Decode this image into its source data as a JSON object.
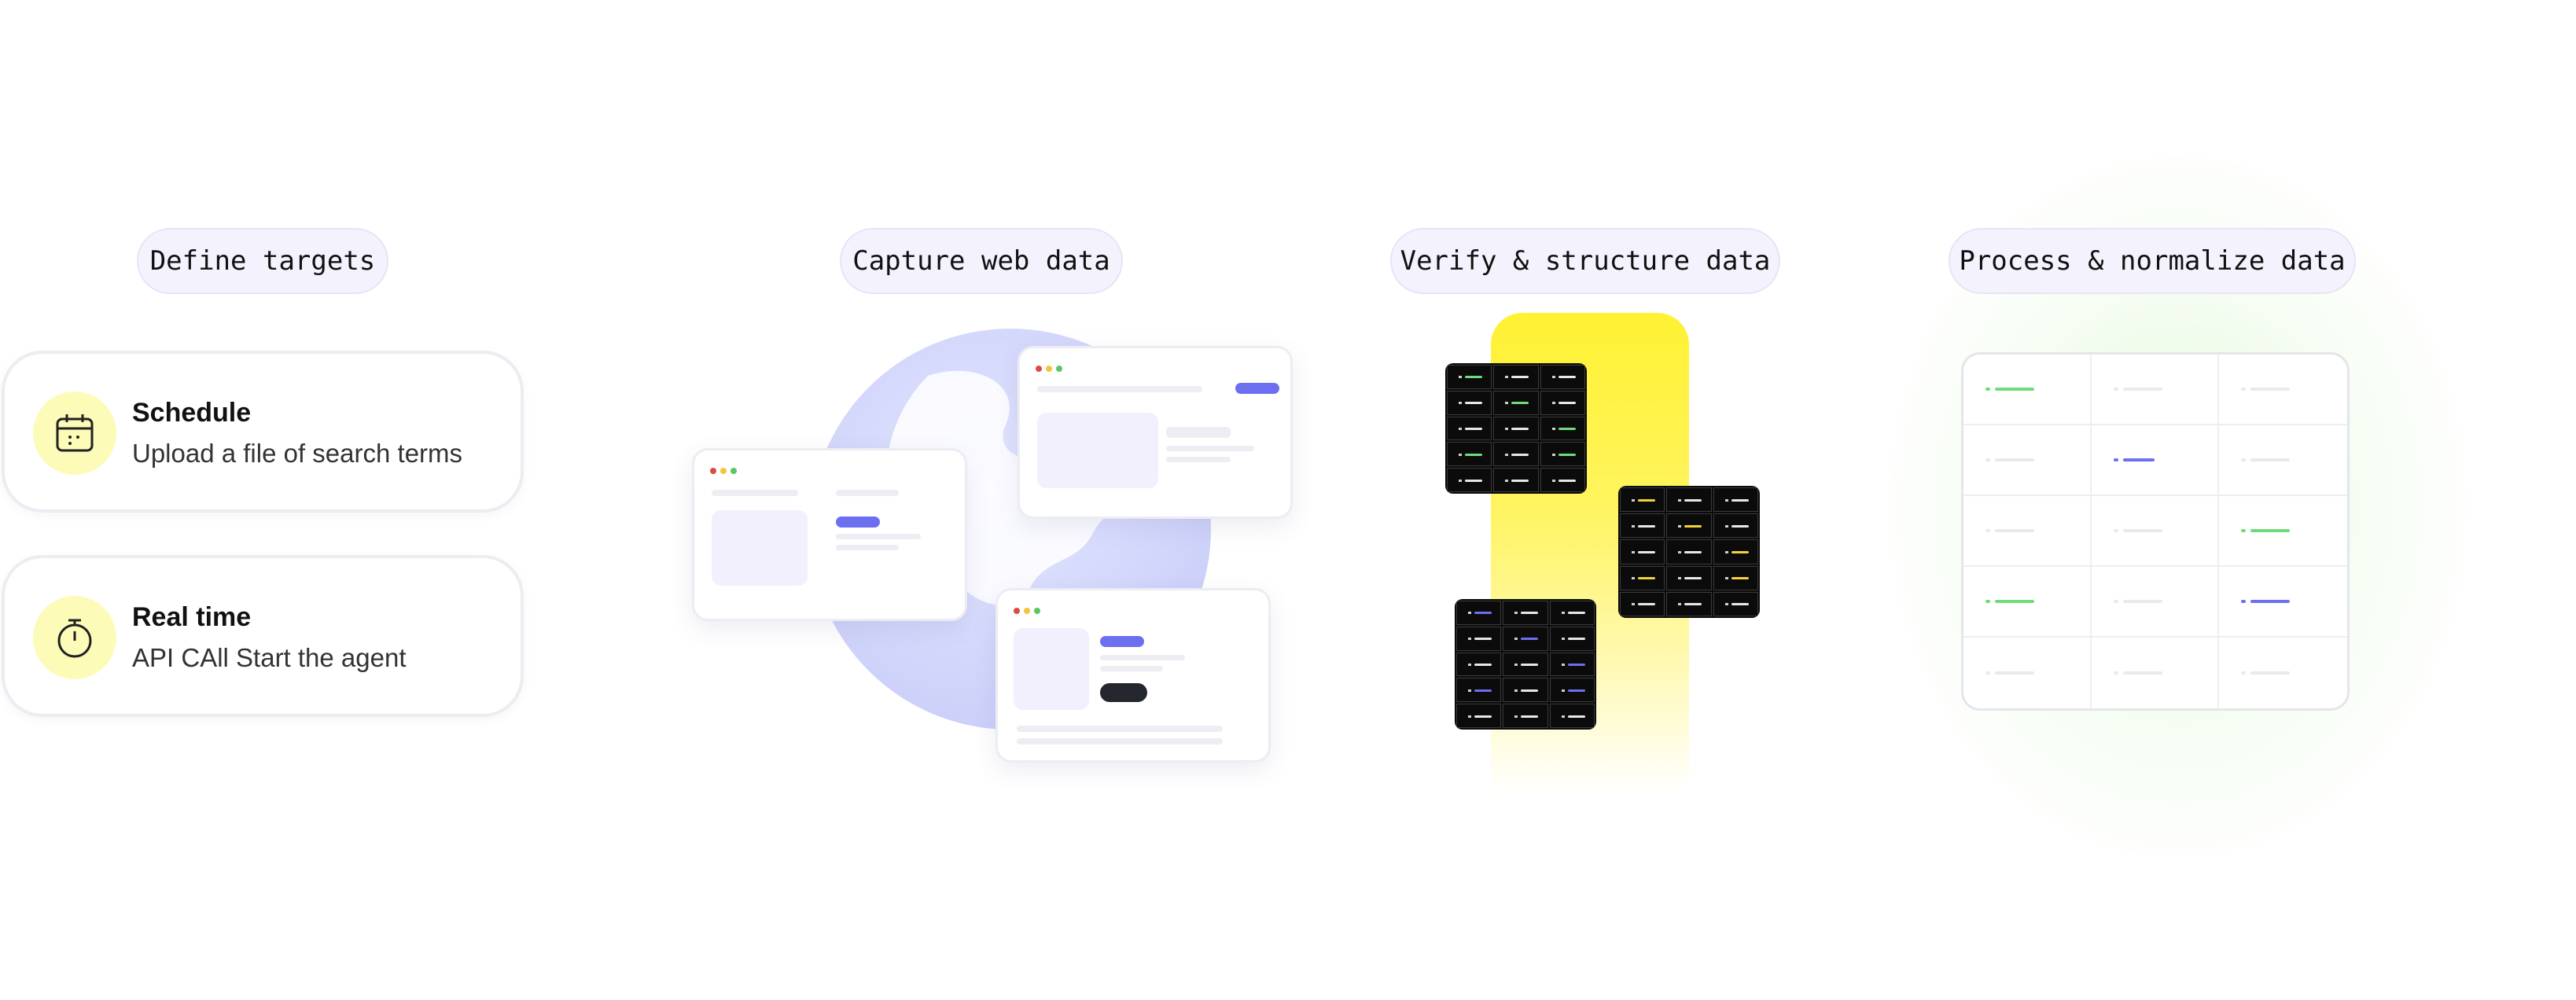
{
  "stages": [
    {
      "label": "Define targets"
    },
    {
      "label": "Capture web data"
    },
    {
      "label": "Verify & structure data"
    },
    {
      "label": "Process & normalize data"
    }
  ],
  "targets": [
    {
      "title": "Schedule",
      "subtitle": "Upload a file of search terms",
      "icon": "calendar-icon"
    },
    {
      "title": "Real time",
      "subtitle": "API CAll Start the agent",
      "icon": "stopwatch-icon"
    }
  ],
  "colors": {
    "accent": "#6c6ff0",
    "highlight_yellow": "#fff133",
    "icon_bg": "#fdfbb8",
    "green": "#6fdc7a",
    "pill_bg": "#f4f2fd",
    "dark_table": "#0b0b0b"
  }
}
